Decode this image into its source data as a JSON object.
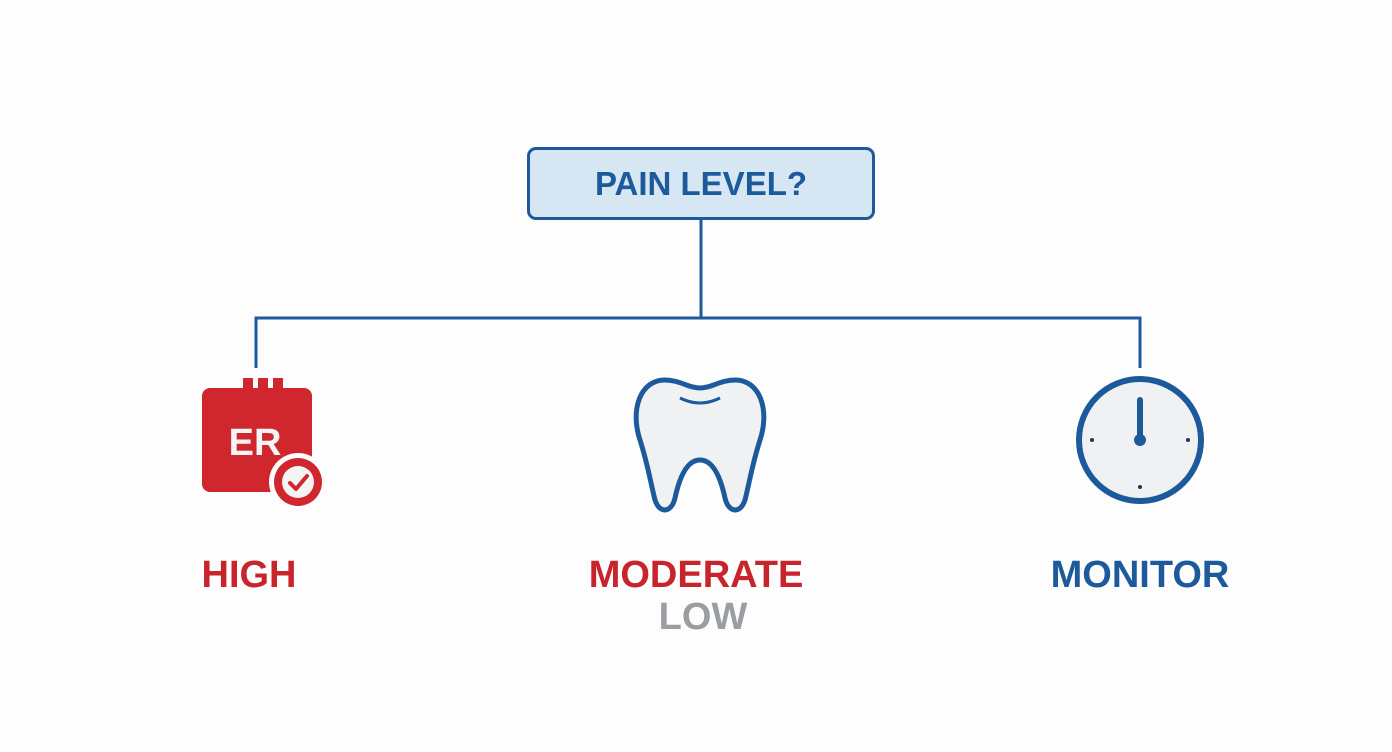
{
  "root": {
    "label": "PAIN LEVEL?"
  },
  "branches": [
    {
      "label": "HIGH",
      "icon": "er-calendar-check-icon",
      "icon_text": "ER",
      "color": "#c8242c"
    },
    {
      "label": "MODERATE",
      "sublabel": "LOW",
      "icon": "tooth-icon",
      "color": "#c8242c",
      "sub_color": "#9a9ea3"
    },
    {
      "label": "MONITOR",
      "icon": "clock-icon",
      "color": "#1d5a9c"
    }
  ]
}
